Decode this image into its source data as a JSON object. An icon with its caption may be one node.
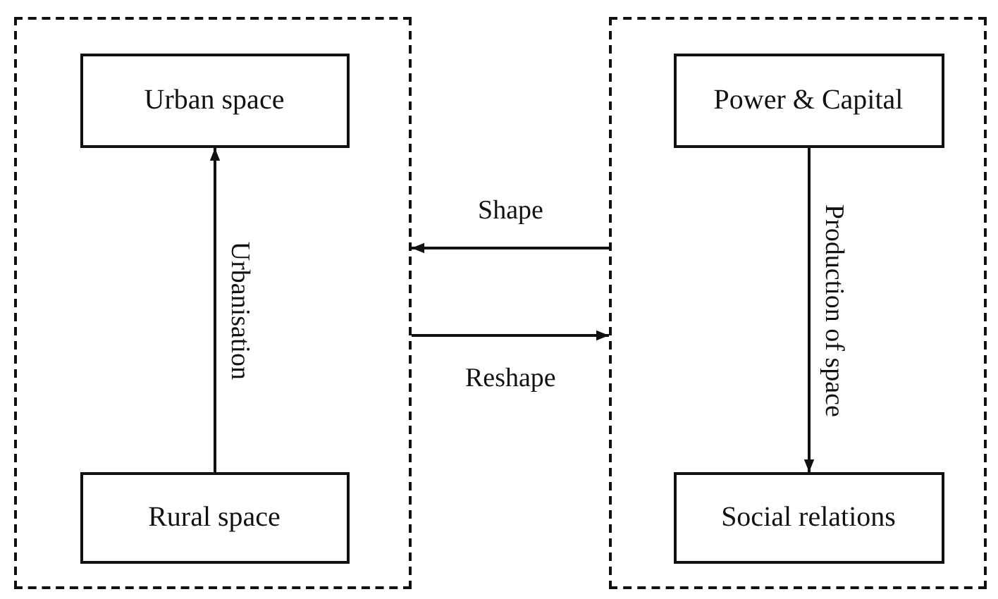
{
  "diagram": {
    "nodes": [
      {
        "text": [],
        "shape": "box"
      },
      {
        "text": [
          "Urban space"
        ],
        "in": 0
      },
      {
        "text": [
          "Rural space"
        ],
        "in": 0
      },
      {
        "text": [],
        "shape": "box"
      },
      {
        "text": [
          "Power & Capital"
        ],
        "in": 3
      },
      {
        "text": [
          "Social relations"
        ],
        "in": 3
      }
    ],
    "edges": [
      {
        "from": 2,
        "to": 1,
        "arrow": "to",
        "label": "Urbanisation"
      },
      {
        "from": 4,
        "to": 5,
        "arrow": "to",
        "label": "Production of space"
      },
      {
        "from": 3,
        "to": 0,
        "arrow": "to",
        "label": "Shape"
      },
      {
        "from": 0,
        "to": 3,
        "arrow": "to",
        "label": "Reshape"
      }
    ]
  }
}
